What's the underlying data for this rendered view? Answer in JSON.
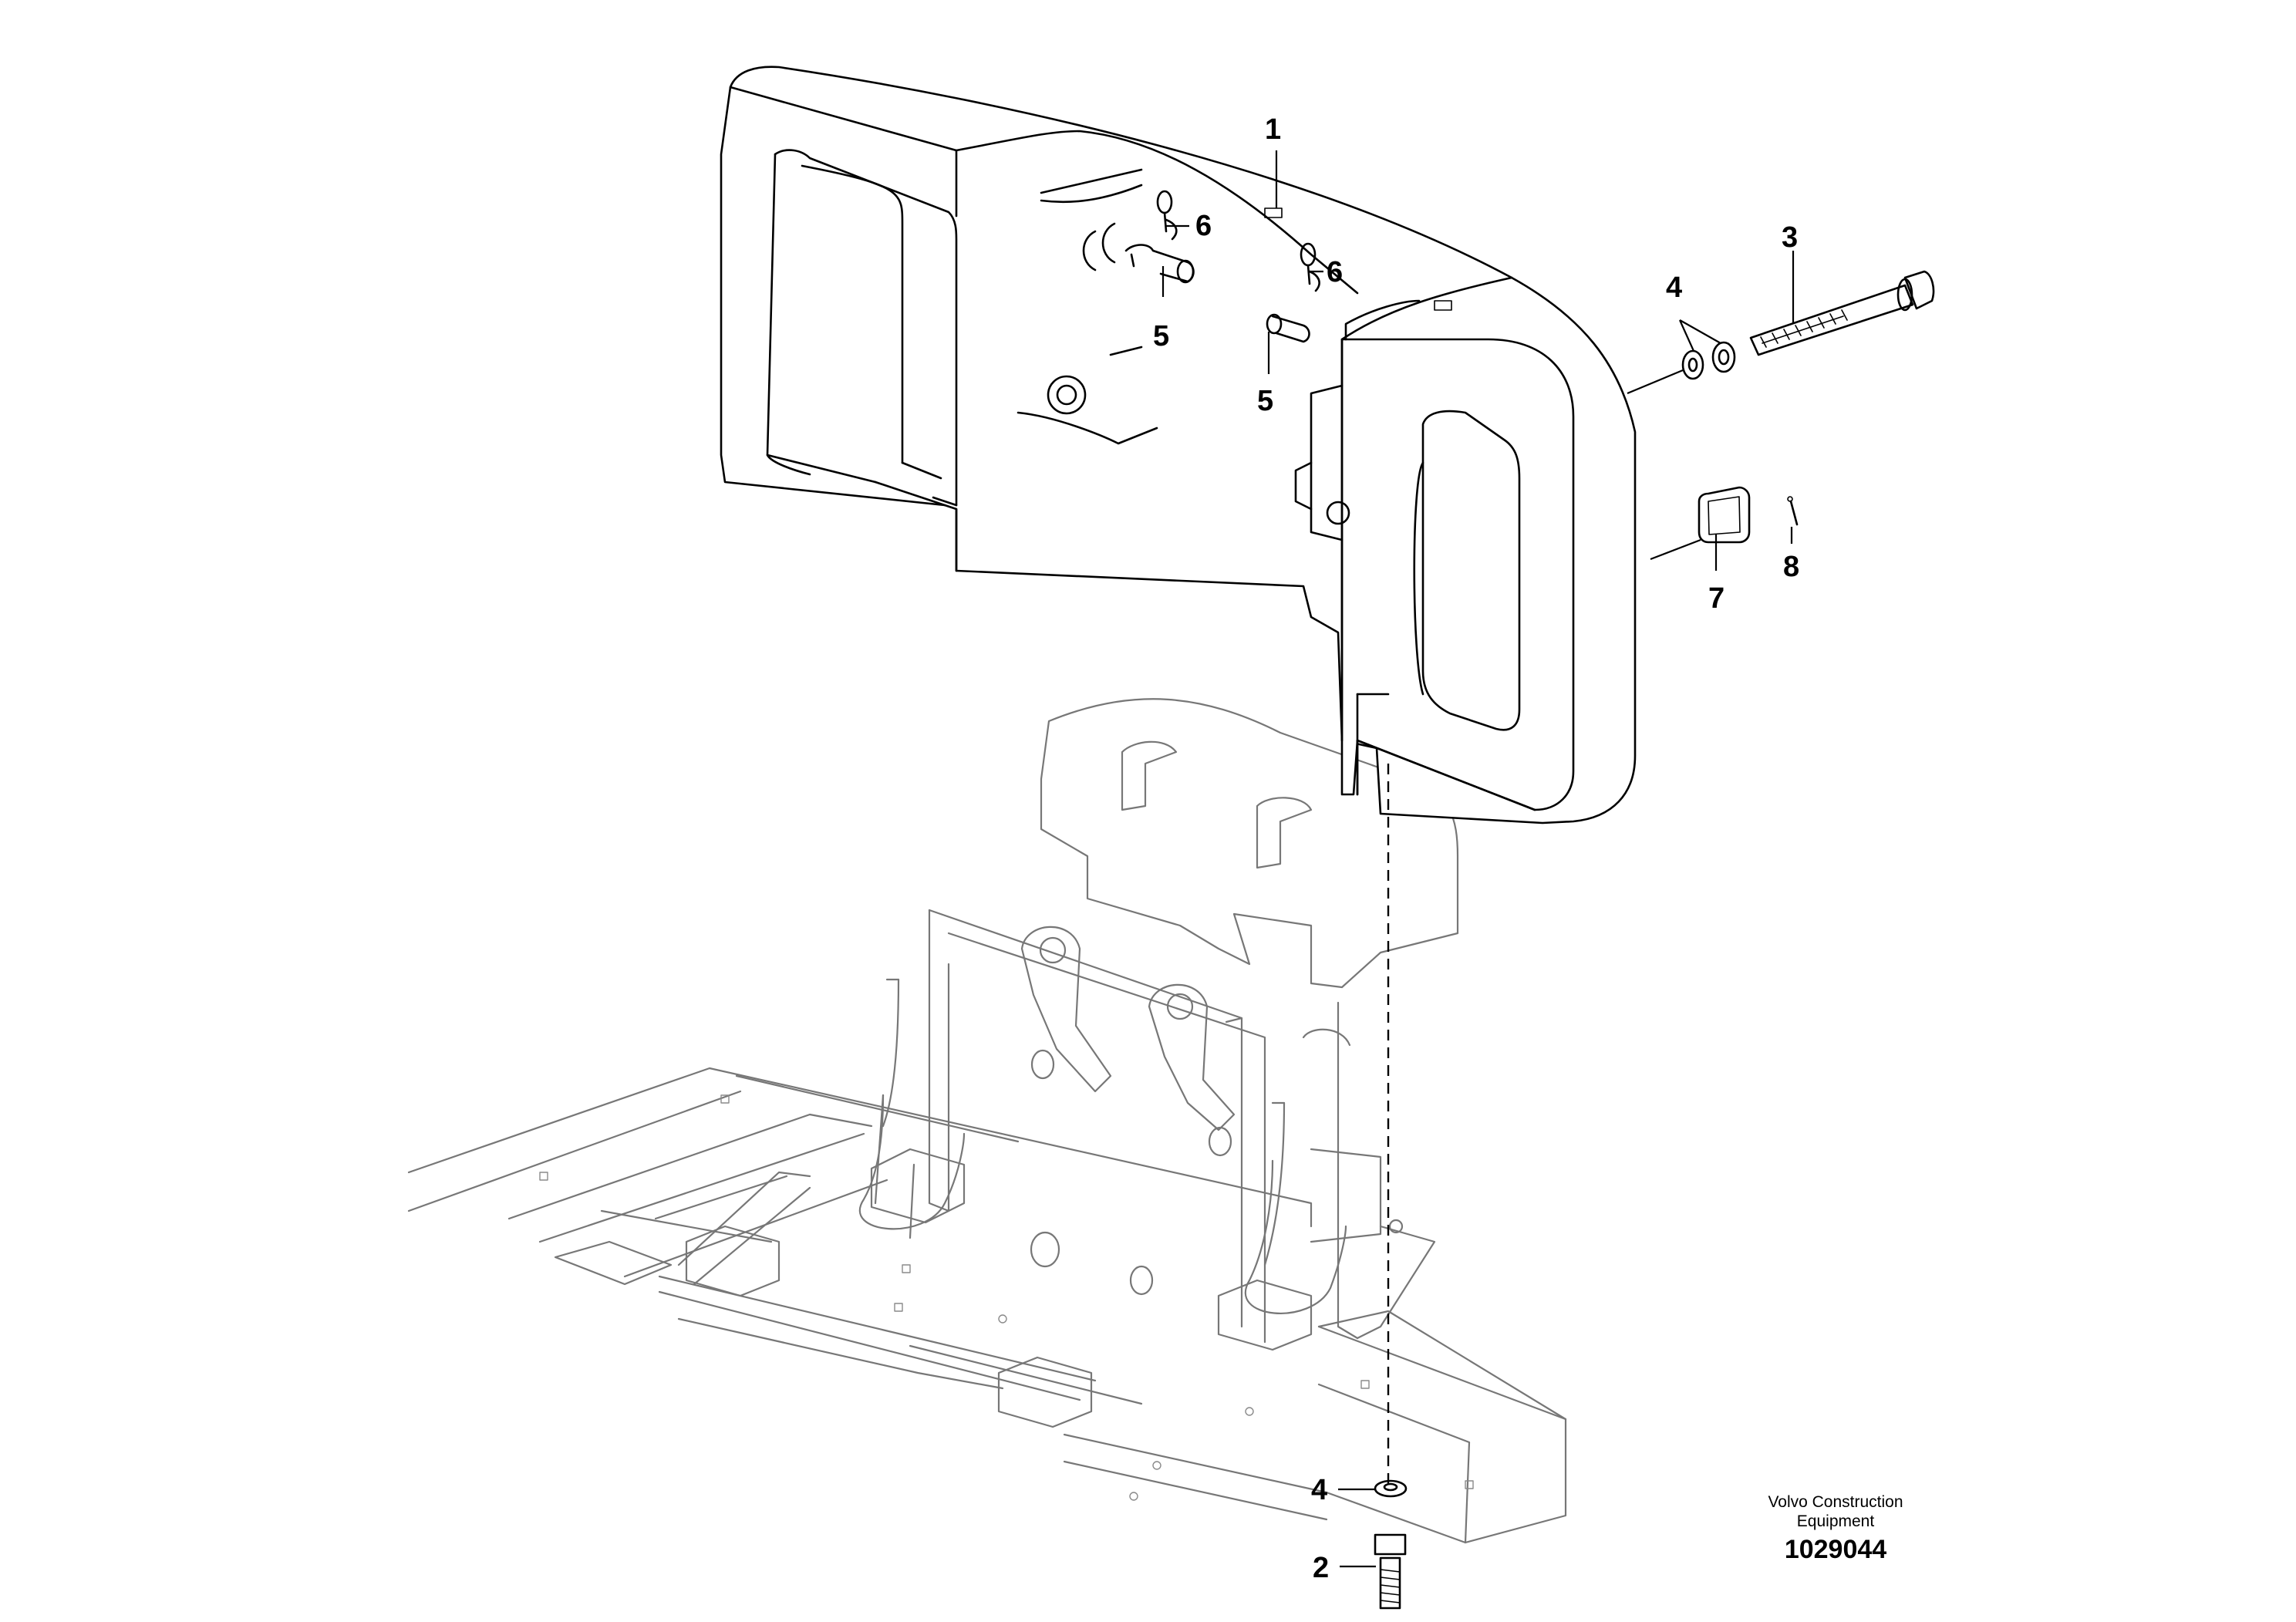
{
  "diagram": {
    "callouts": [
      {
        "id": "c1a",
        "label": "1"
      },
      {
        "id": "c3a",
        "label": "3"
      },
      {
        "id": "c4a",
        "label": "4"
      },
      {
        "id": "c6a",
        "label": "6"
      },
      {
        "id": "c6b",
        "label": "6"
      },
      {
        "id": "c5a",
        "label": "5"
      },
      {
        "id": "c5b",
        "label": "5"
      },
      {
        "id": "c7a",
        "label": "7"
      },
      {
        "id": "c8a",
        "label": "8"
      },
      {
        "id": "c4b",
        "label": "4"
      },
      {
        "id": "c2a",
        "label": "2"
      }
    ]
  },
  "footer": {
    "brand_line1": "Volvo Construction",
    "brand_line2": "Equipment",
    "reference_number": "1029044"
  }
}
